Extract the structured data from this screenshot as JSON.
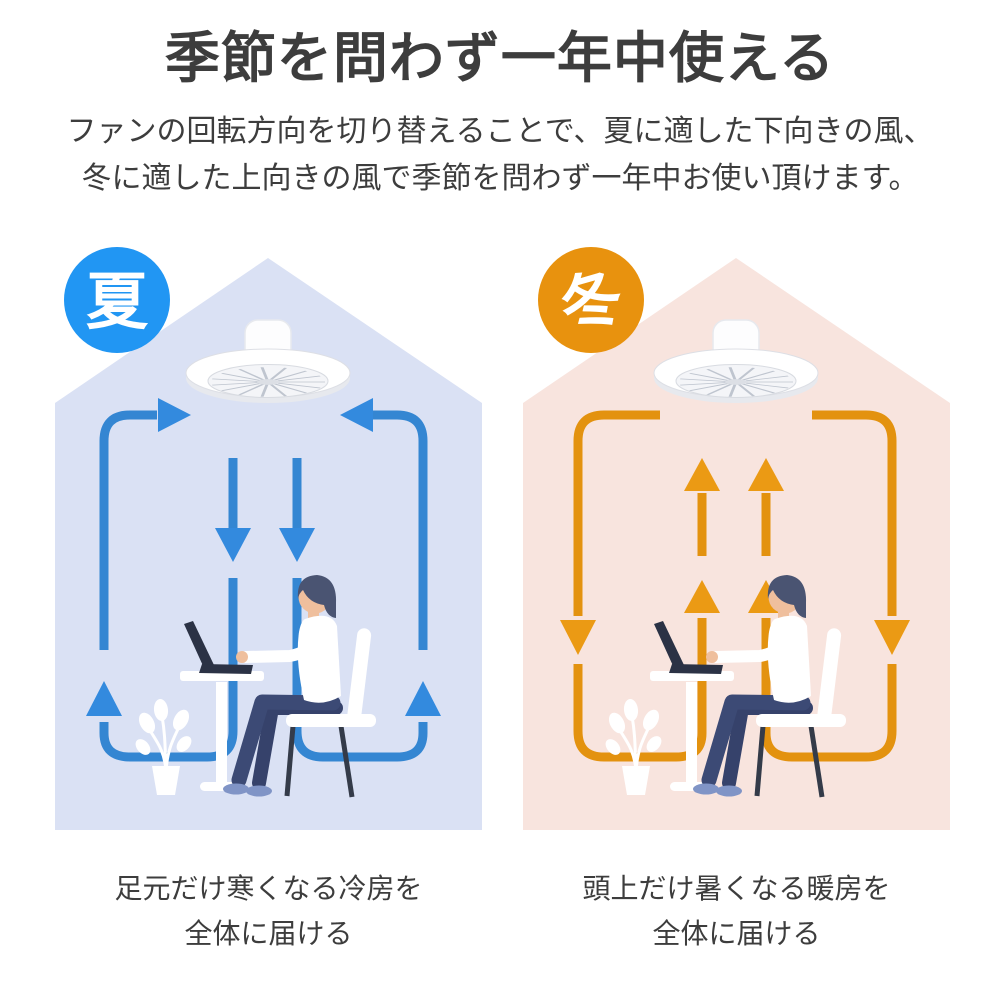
{
  "title": "季節を問わず一年中使える",
  "description": {
    "line1": "ファンの回転方向を切り替えることで、夏に適した下向きの風、",
    "line2": "冬に適した上向きの風で季節を問わず一年中お使い頂けます。"
  },
  "summer": {
    "badge_label": "夏",
    "caption_line1": "足元だけ寒くなる冷房を",
    "caption_line2": "全体に届ける",
    "airflow_direction": "downward"
  },
  "winter": {
    "badge_label": "冬",
    "caption_line1": "頭上だけ暑くなる暖房を",
    "caption_line2": "全体に届ける",
    "airflow_direction": "upward"
  },
  "colors": {
    "summer_badge": "#2196f3",
    "summer_arrow": "#3486d2",
    "summer_arrowhead": "#338ade",
    "summer_house": "#dae1f4",
    "winter_badge": "#e8920e",
    "winter_arrow": "#e3920f",
    "winter_arrowhead": "#eb9a14",
    "winter_house": "#f8e4de",
    "text": "#3d3d3d"
  }
}
